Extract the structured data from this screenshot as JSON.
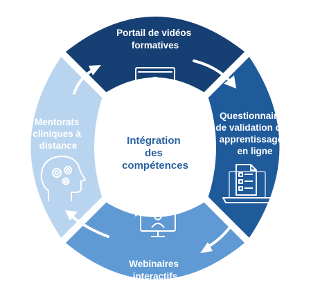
{
  "diagram": {
    "center_text": [
      "Intégration",
      "des",
      "compétences"
    ],
    "segments": [
      {
        "key": "top",
        "label_lines": [
          "Portail de vidéos",
          "formatives"
        ],
        "icon": "video-laptop-icon",
        "color": "#163f73"
      },
      {
        "key": "right",
        "label_lines": [
          "Questionnaires",
          "de validation des",
          "apprentissages",
          "en ligne"
        ],
        "icon": "checklist-laptop-icon",
        "color": "#1f5a9b"
      },
      {
        "key": "bottom",
        "label_lines": [
          "Webinaires",
          "interactifs"
        ],
        "icon": "video-call-monitor-icon",
        "color": "#5f9ad4"
      },
      {
        "key": "left",
        "label_lines": [
          "Mentorats",
          "cliniques à",
          "distance"
        ],
        "icon": "head-gears-icon",
        "color": "#b9d4ee"
      }
    ],
    "arrow_color": "#ffffff"
  }
}
